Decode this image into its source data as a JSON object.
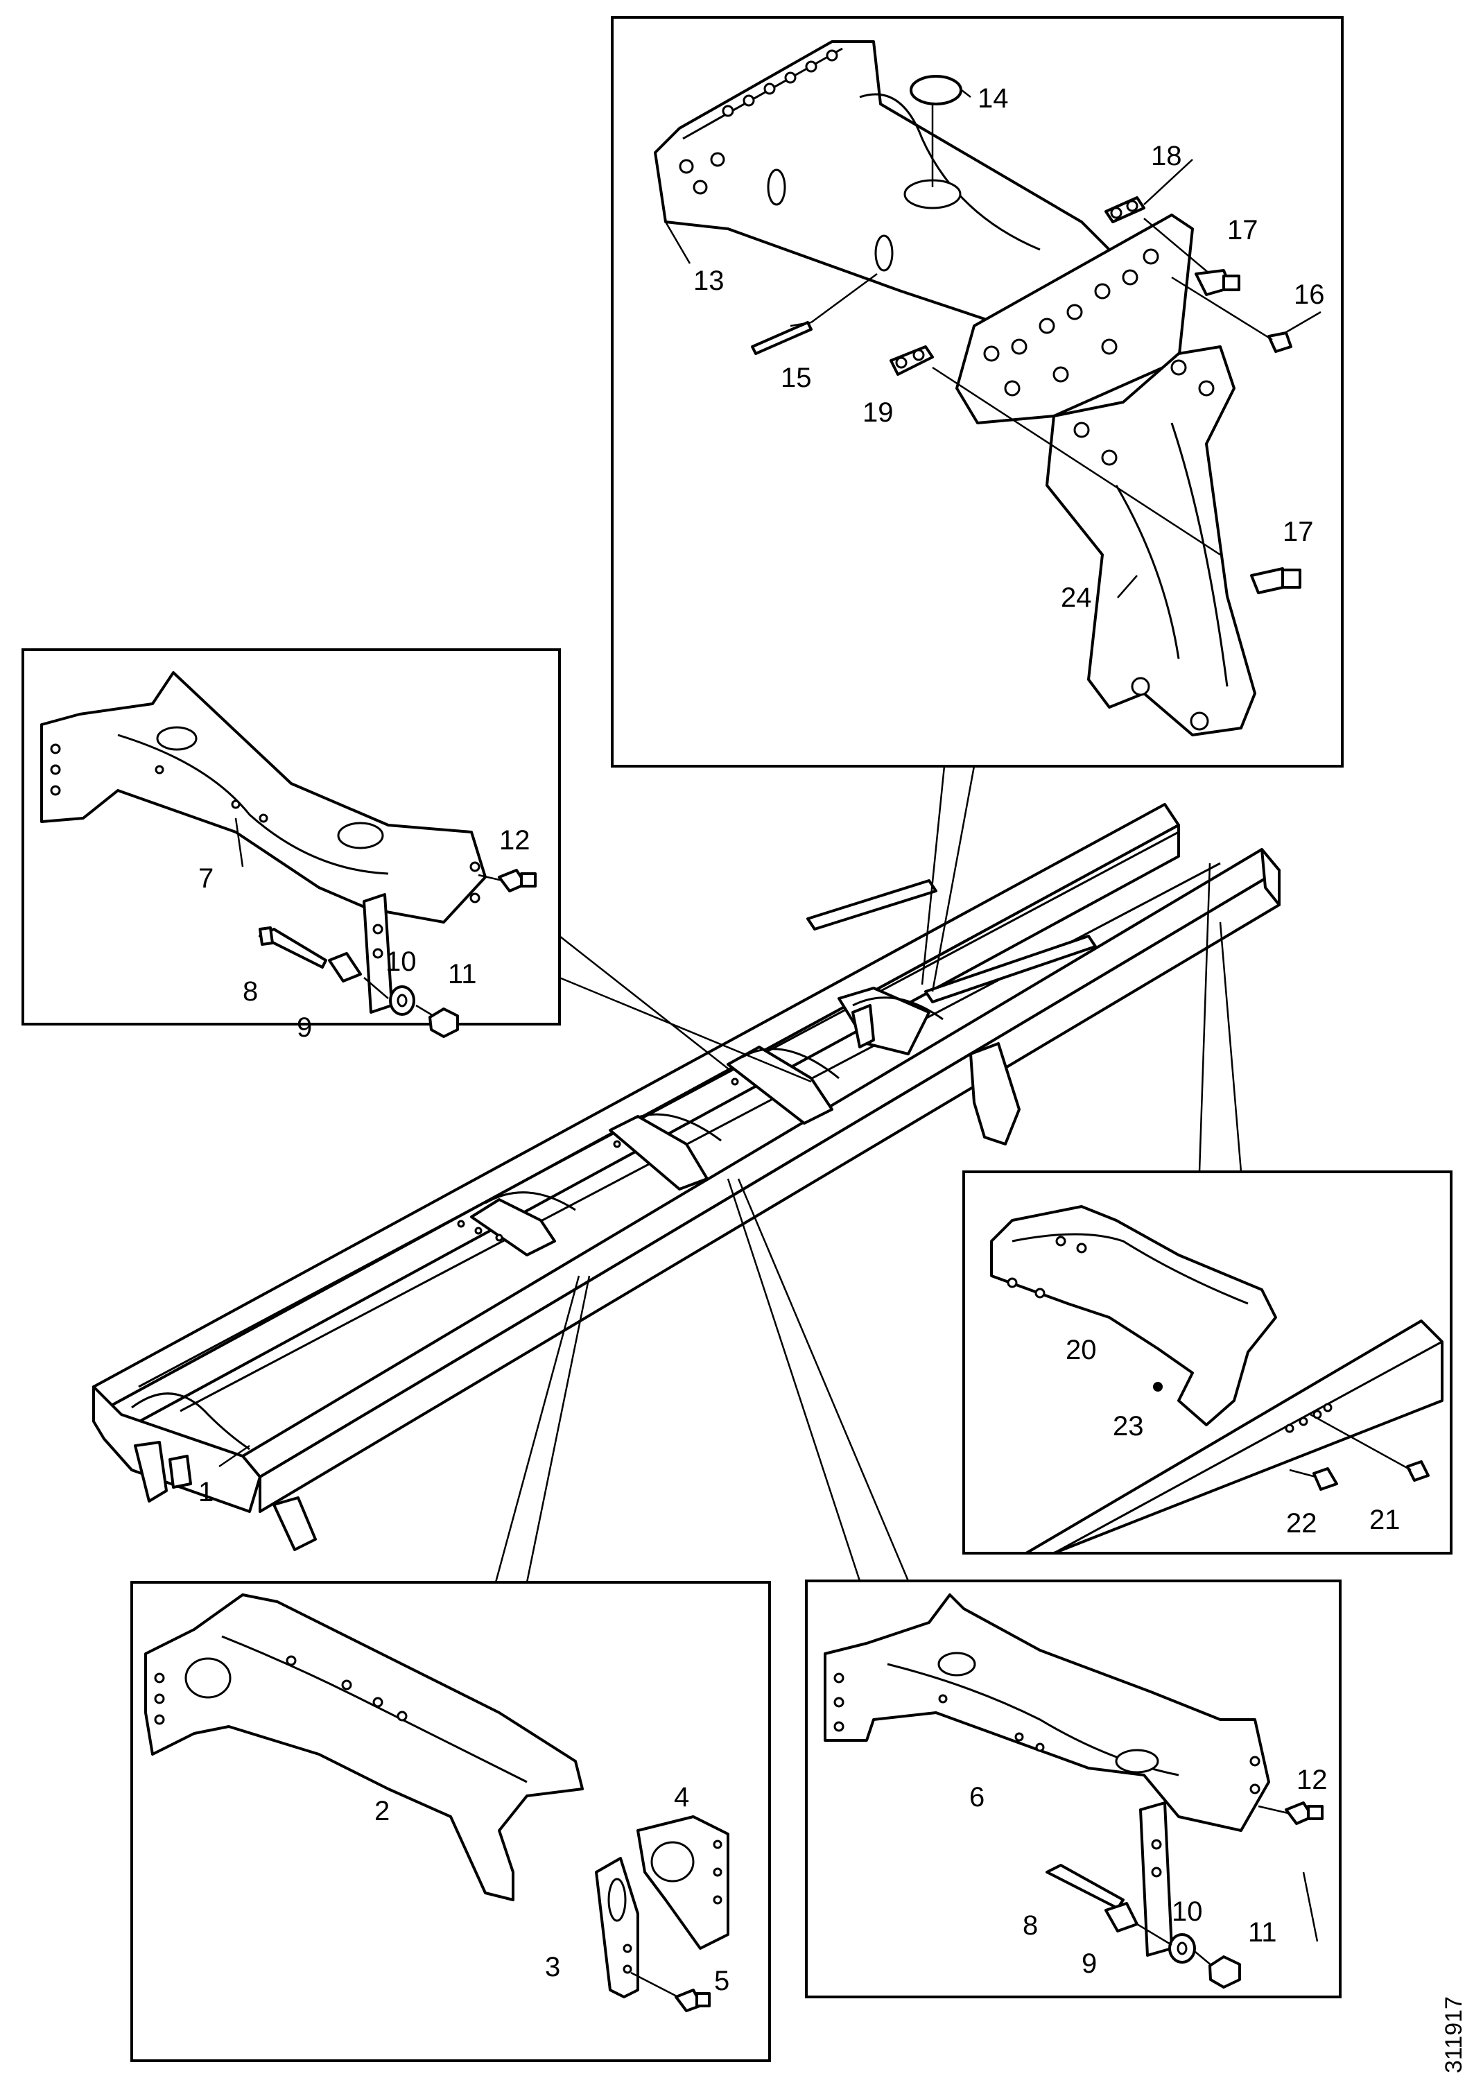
{
  "drawing_number": "311917",
  "callouts": {
    "c1": "1",
    "c2": "2",
    "c3": "3",
    "c4": "4",
    "c5": "5",
    "c6": "6",
    "c7": "7",
    "c8a": "8",
    "c8b": "8",
    "c9a": "9",
    "c9b": "9",
    "c10a": "10",
    "c10b": "10",
    "c11a": "11",
    "c11b": "11",
    "c12a": "12",
    "c12b": "12",
    "c13": "13",
    "c14": "14",
    "c15": "15",
    "c16": "16",
    "c17a": "17",
    "c17b": "17",
    "c18": "18",
    "c19": "19",
    "c20": "20",
    "c21": "21",
    "c22": "22",
    "c23": "23",
    "c24": "24"
  },
  "icons": {
    "bolt": "bolt-icon",
    "nut": "nut-icon",
    "washer": "washer-icon",
    "spacer": "spacer-sleeve-icon",
    "pin": "pin-icon",
    "plug": "plug-icon"
  }
}
